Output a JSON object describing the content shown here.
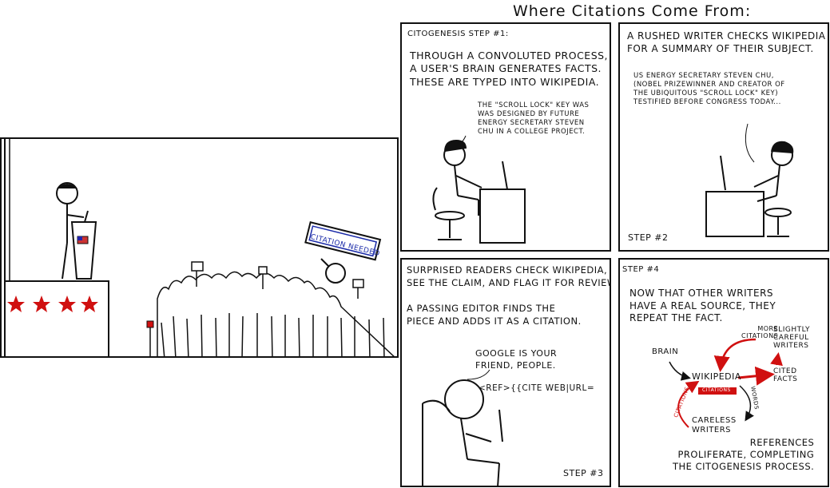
{
  "comic": {
    "title": "Where Citations Come From:"
  },
  "panel_left": {
    "sign_text": "CITATION NEEDED"
  },
  "panel1": {
    "header": "CITOGENESIS STEP #1:",
    "caption": "THROUGH A CONVOLUTED PROCESS,\nA USER'S BRAIN GENERATES FACTS.\nTHESE ARE TYPED INTO WIKIPEDIA.",
    "speech": "THE \"SCROLL LOCK\" KEY WAS\nWAS DESIGNED BY FUTURE\nENERGY SECRETARY STEVEN\nCHU IN A COLLEGE PROJECT."
  },
  "panel2": {
    "caption": "A RUSHED WRITER CHECKS WIKIPEDIA\nFOR A SUMMARY OF THEIR SUBJECT.",
    "speech": "US ENERGY SECRETARY STEVEN CHU,\n(NOBEL PRIZEWINNER AND CREATOR OF\nTHE UBIQUITOUS \"SCROLL LOCK\" KEY)\nTESTIFIED BEFORE CONGRESS TODAY...",
    "step": "STEP #2"
  },
  "panel3": {
    "caption1": "SURPRISED READERS CHECK WIKIPEDIA,\nSEE THE CLAIM, AND FLAG IT FOR REVIEW.",
    "caption2": "A PASSING EDITOR FINDS THE\nPIECE AND ADDS IT AS A CITATION.",
    "speech": "GOOGLE IS YOUR\nFRIEND, PEOPLE.",
    "typing": "<REF>{{CITE WEB|URL=",
    "step": "STEP #3"
  },
  "panel4": {
    "step": "STEP #4",
    "caption": "NOW THAT OTHER WRITERS\nHAVE A REAL SOURCE, THEY\nREPEAT THE FACT.",
    "diagram": {
      "brain": "BRAIN",
      "wikipedia": "WIKIPEDIA",
      "citations_box": "CITATIONS",
      "more_citations": "MORE\nCITATIONS",
      "slightly_careful": "SLIGHTLY\nCAREFUL\nWRITERS",
      "cited_facts": "CITED\nFACTS",
      "words": "WORDS",
      "citations_curve": "CITATIONS",
      "careless_writers": "CARELESS\nWRITERS"
    },
    "bottom": "REFERENCES\nPROLIFERATE, COMPLETING\nTHE CITOGENESIS PROCESS."
  },
  "colors": {
    "ink": "#111111",
    "red": "#d01010",
    "sign_blue": "#1a2aa8"
  }
}
